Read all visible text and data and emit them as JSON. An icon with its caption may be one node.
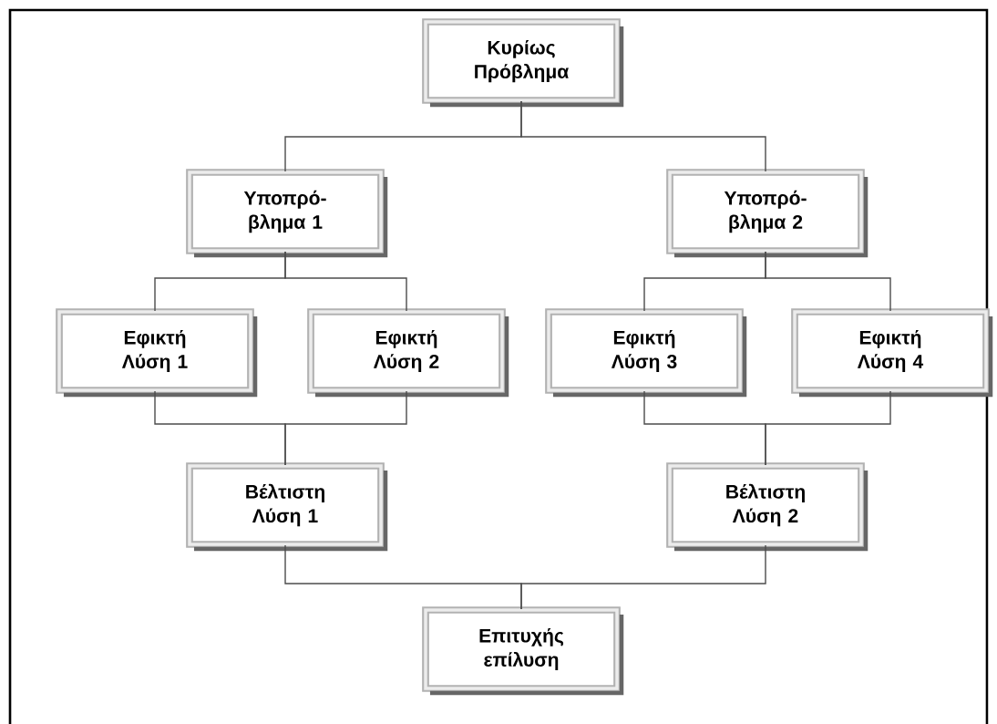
{
  "diagram": {
    "nodes": [
      {
        "text": [
          "Κυρίως Πρόβλημα"
        ]
      },
      {
        "text": [
          "Υποπρό- βλημα 1"
        ]
      },
      {
        "text": [
          "Υποπρό- βλημα 2"
        ]
      },
      {
        "text": [
          "Εφικτή Λύση 1"
        ]
      },
      {
        "text": [
          "Εφικτή Λύση 2"
        ]
      },
      {
        "text": [
          "Εφικτή Λύση 3"
        ]
      },
      {
        "text": [
          "Εφικτή Λύση 4"
        ]
      },
      {
        "text": [
          "Βέλτιστη Λύση 1"
        ]
      },
      {
        "text": [
          "Βέλτιστη Λύση 2"
        ]
      },
      {
        "text": [
          "Επιτυχής επίλυση"
        ]
      }
    ],
    "edges": [
      {
        "from": 0,
        "to": 1,
        "arrow": "none"
      },
      {
        "from": 0,
        "to": 2,
        "arrow": "none"
      },
      {
        "from": 1,
        "to": 3,
        "arrow": "none"
      },
      {
        "from": 1,
        "to": 4,
        "arrow": "none"
      },
      {
        "from": 2,
        "to": 5,
        "arrow": "none"
      },
      {
        "from": 2,
        "to": 6,
        "arrow": "none"
      },
      {
        "from": 3,
        "to": 7,
        "arrow": "none"
      },
      {
        "from": 4,
        "to": 7,
        "arrow": "none"
      },
      {
        "from": 5,
        "to": 8,
        "arrow": "none"
      },
      {
        "from": 6,
        "to": 8,
        "arrow": "none"
      },
      {
        "from": 7,
        "to": 9,
        "arrow": "none"
      },
      {
        "from": 8,
        "to": 9,
        "arrow": "none"
      }
    ]
  }
}
